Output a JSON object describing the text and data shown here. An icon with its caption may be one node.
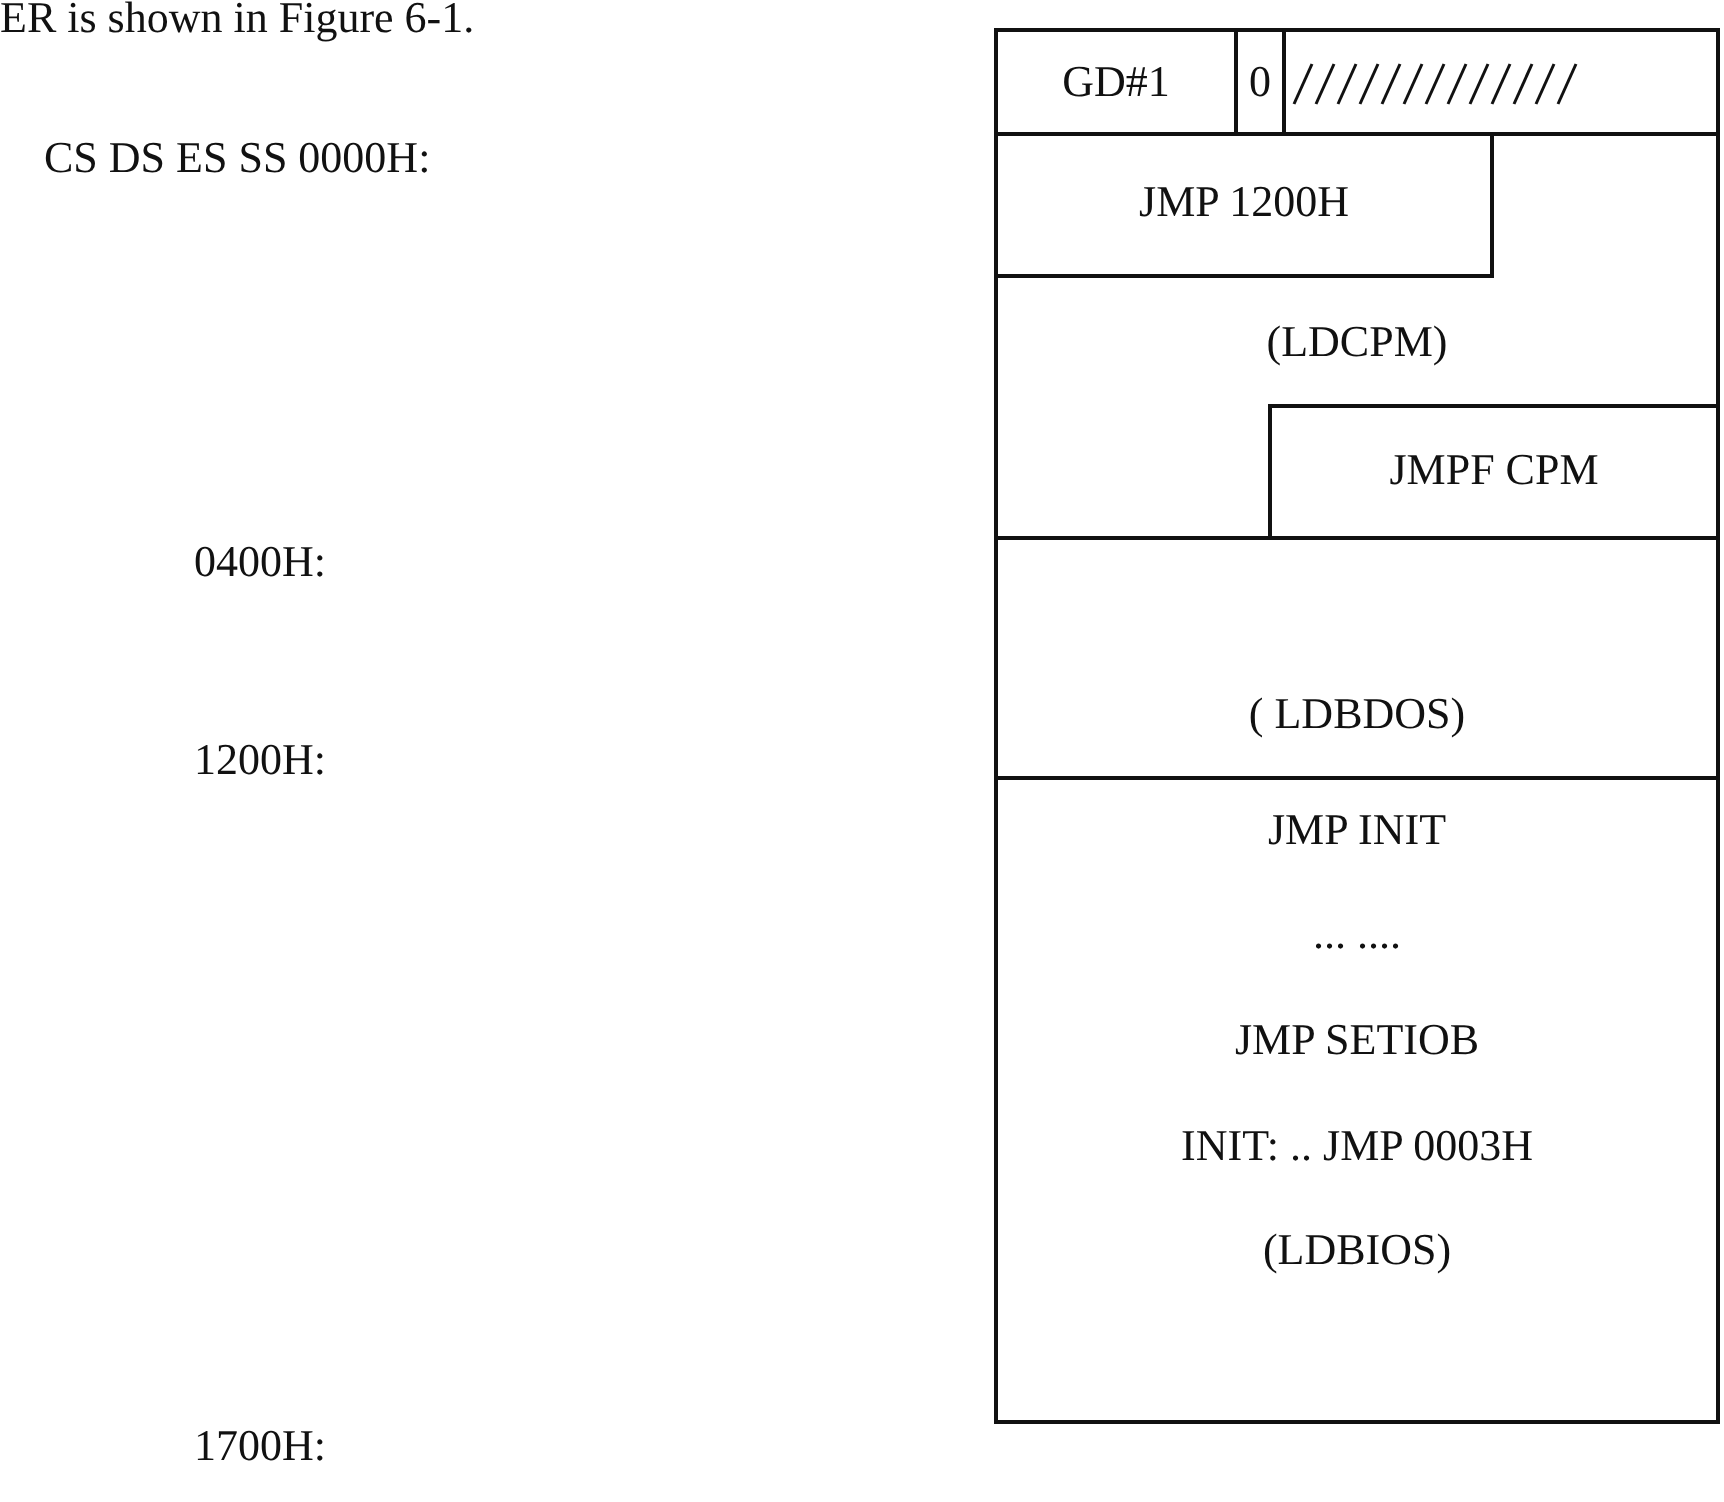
{
  "diagram": {
    "nodes": [
      {
        "text": [],
        "shape": "box"
      },
      {
        "text": [
          "(LDCPM)"
        ],
        "in": 0
      },
      {
        "text": [
          "GD#1"
        ],
        "in": 1
      },
      {
        "text": [
          "0"
        ],
        "in": 1
      },
      {
        "text": [],
        "shape": "box",
        "in": 1
      },
      {
        "text": [
          "JMP 1200H"
        ],
        "in": 1
      },
      {
        "text": [
          "JMPF CPM"
        ],
        "in": 1
      },
      {
        "text": [
          "( LDBDOS)"
        ],
        "in": 0
      },
      {
        "text": [
          "JMP INIT",
          "... ....",
          "JMP SETIOB",
          "INIT: .. JMP 0003H",
          "(LDBIOS)"
        ],
        "in": 0
      }
    ],
    "edges": [],
    "labels": [
      "ER is shown in Figure 6-1.",
      "CS DS ES SS 0000H:",
      "0400H:",
      "1200H:",
      "1700H:"
    ]
  }
}
